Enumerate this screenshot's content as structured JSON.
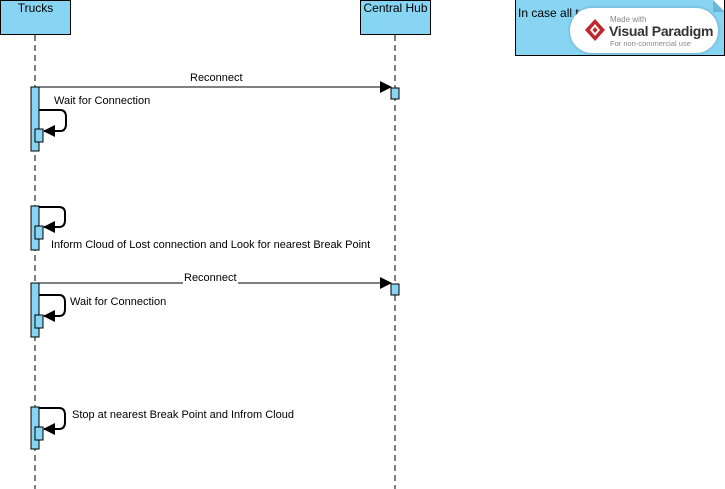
{
  "lifelines": {
    "trucks": "Trucks",
    "central_hub": "Central Hub"
  },
  "note": {
    "text": "In case all t... central hu..."
  },
  "messages": {
    "m1": "Reconnect",
    "m2": "Wait for Connection",
    "m3": "Inform Cloud of Lost connection and Look for nearest Break Point",
    "m4": "Reconnect",
    "m5": "Wait for Connection",
    "m6": "Stop at nearest Break Point and Infrom Cloud"
  },
  "watermark": {
    "made_with": "Made with",
    "brand": "Visual Paradigm",
    "sub": "For non-commercial use"
  },
  "colors": {
    "lifeline_fill": "#87d4f3",
    "stroke": "#000000",
    "watermark_red": "#c0262d"
  }
}
